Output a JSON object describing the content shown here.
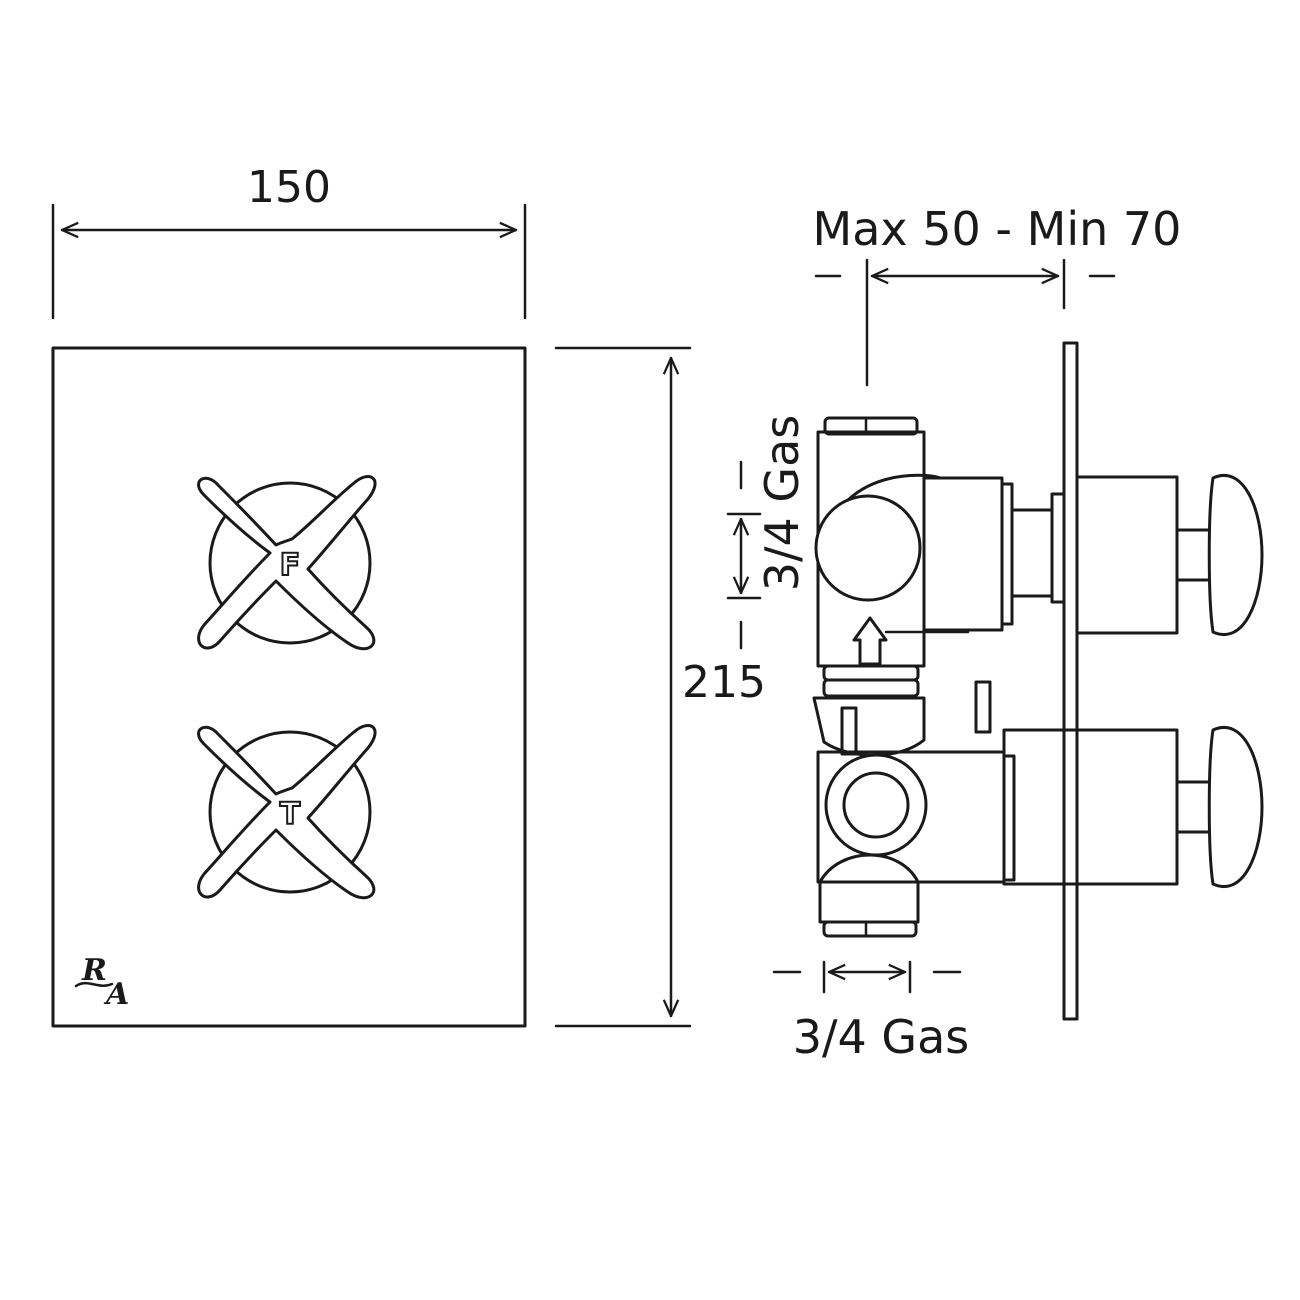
{
  "front_view": {
    "width_label": "150",
    "height_label": "215",
    "knobs": [
      {
        "letter": "F"
      },
      {
        "letter": "T"
      }
    ],
    "logo": {
      "letters": [
        "R",
        "A"
      ]
    }
  },
  "side_view": {
    "depth_label": "Max 50 - Min 70",
    "outlet_label": "3/4 Gas",
    "inlet_label": "3/4 Gas"
  },
  "colors": {
    "line": "#1a1a1a",
    "background": "#ffffff"
  }
}
